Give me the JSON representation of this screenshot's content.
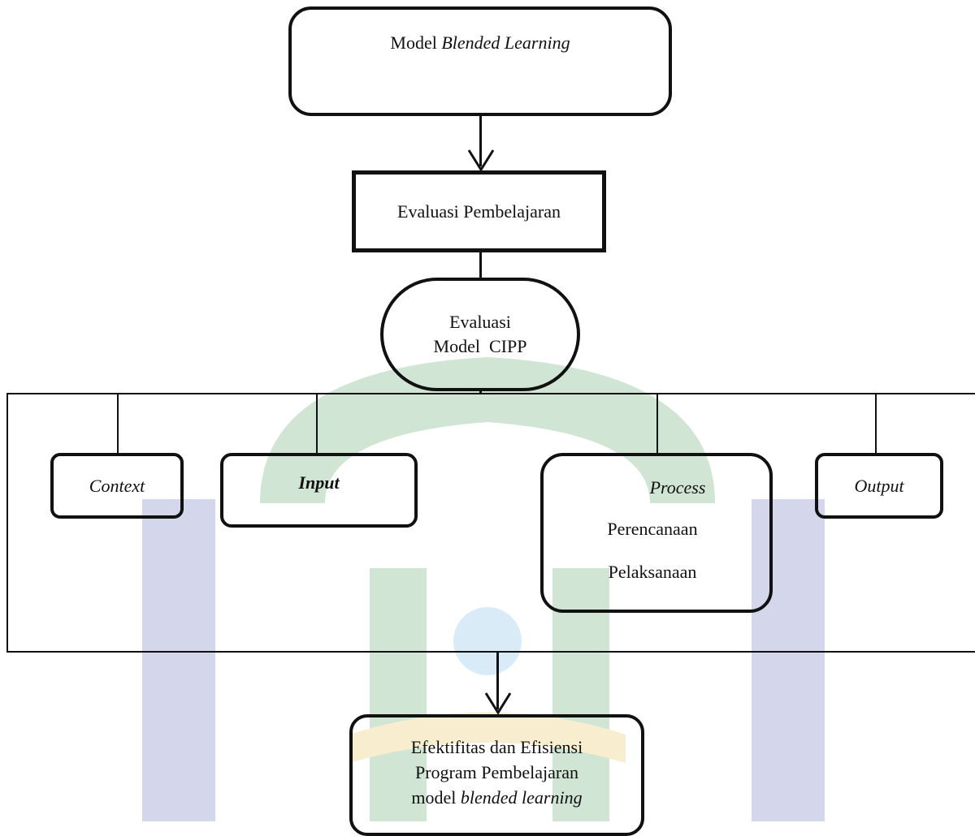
{
  "diagram": {
    "top": {
      "prefix": "Model ",
      "italic": "Blended Learning"
    },
    "evaluasi_pembelajaran": "Evaluasi Pembelajaran",
    "cipp": {
      "line1": "Evaluasi",
      "line2": "Model  CIPP"
    },
    "components": {
      "context": "Context",
      "input": "Input",
      "process": {
        "title": "Process",
        "item1": "Perencanaan",
        "item2": "Pelaksanaan"
      },
      "output": "Output"
    },
    "result": {
      "line1": "Efektifitas dan Efisiensi",
      "line2": "Program Pembelajaran",
      "line3_prefix": "model ",
      "line3_italic": "blended learning"
    }
  },
  "watermark": {
    "colors": {
      "green": "#2e8b3c",
      "blue": "#3f48a8",
      "gold": "#e0b22a"
    }
  }
}
